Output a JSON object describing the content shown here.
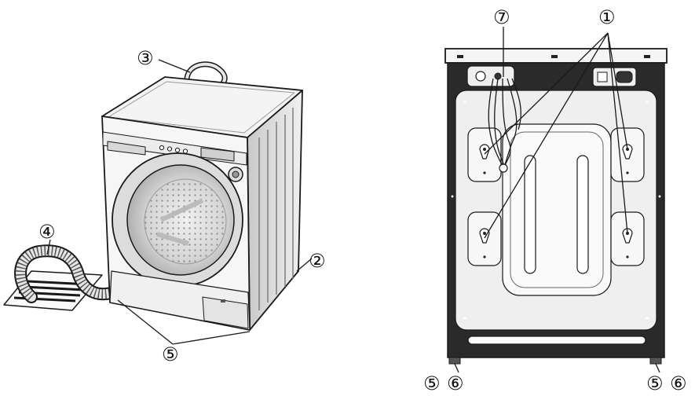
{
  "callouts": {
    "c1": "①",
    "c2": "②",
    "c3": "③",
    "c4": "④",
    "c5": "⑤",
    "c6": "⑥",
    "c7": "⑦"
  },
  "colors": {
    "line": "#1a1a1a",
    "body_light": "#f2f2f2",
    "body_mid": "#d8d8d8",
    "body_dark": "#9a9a9a",
    "back_panel": "#2a2a2a",
    "back_inner": "#efefef"
  }
}
